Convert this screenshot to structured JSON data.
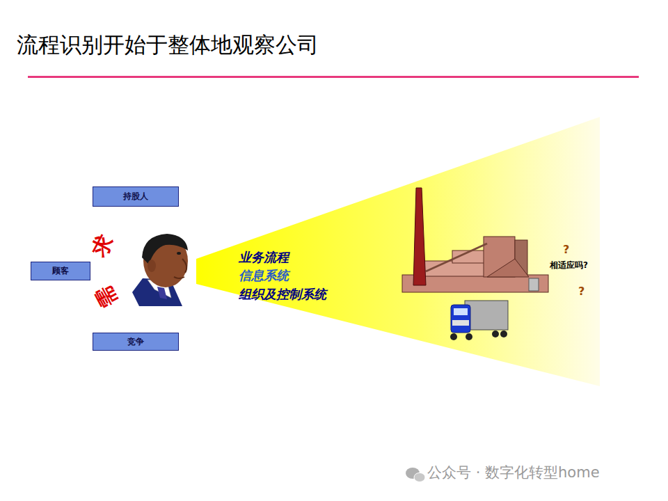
{
  "diagram": {
    "title": "流程识别开始于整体地观察公司",
    "nodes": [
      {
        "text": [
          "持股人"
        ]
      },
      {
        "text": [
          "顾客"
        ]
      },
      {
        "text": [
          "竞争"
        ]
      }
    ],
    "labels": [
      "求",
      "需",
      "业务流程",
      "信息系统",
      "组织及控制系统",
      "?",
      "相适应吗?",
      "?",
      "公众号 · 数字化转型home"
    ]
  }
}
